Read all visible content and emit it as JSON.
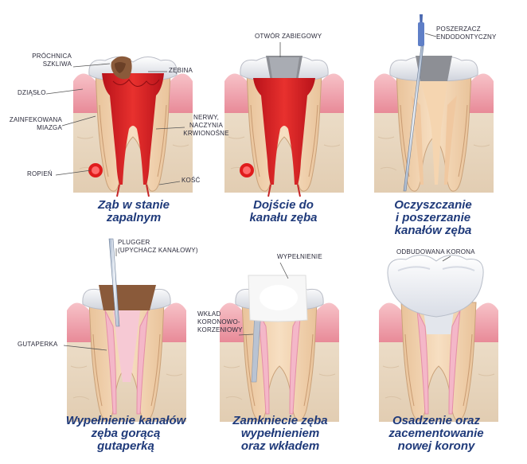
{
  "panels": [
    {
      "caption": [
        "Ząb w stanie",
        "zapalnym"
      ],
      "labels": {
        "prochnica": "PRÓCHNICA",
        "szkliwa": "SZKLIWA",
        "zebina": "ZĘBINA",
        "dziaslo": "DZIĄSŁO",
        "zainfekowana": "ZAINFEKOWANA",
        "miazga": "MIAZGA",
        "nerwy1": "NERWY,",
        "nerwy2": "NACZYNIA",
        "nerwy3": "KRWIONOŚNE",
        "ropien": "ROPIEŃ",
        "kosc": "KOŚĆ"
      }
    },
    {
      "caption": [
        "Dojście do",
        "kanału zęba"
      ],
      "labels": {
        "otwor": "OTWÓR ZABIEGOWY"
      }
    },
    {
      "caption": [
        "Oczyszczanie",
        "i poszerzanie",
        "kanałów zęba"
      ],
      "labels": {
        "poszerzacz1": "POSZERZACZ",
        "poszerzacz2": "ENDODONTYCZNY"
      }
    },
    {
      "caption": [
        "Wypełnienie kanałów",
        "zęba gorącą",
        "gutaperką"
      ],
      "labels": {
        "plugger1": "PLUGGER",
        "plugger2": "(UPYCHACZ KANAŁOWY)",
        "gutaperka": "GUTAPERKA"
      }
    },
    {
      "caption": [
        "Zamkniecie zęba",
        "wypełnieniem",
        "oraz wkładem"
      ],
      "labels": {
        "wypelnienie": "WYPEŁNIENIE",
        "wklad1": "WKŁAD",
        "wklad2": "KORONOWO-",
        "wklad3": "KORZENIOWY"
      }
    },
    {
      "caption": [
        "Osadzenie oraz",
        "zacementowanie",
        "nowej korony"
      ],
      "labels": {
        "korona": "ODBUDOWANA KORONA"
      }
    }
  ],
  "colors": {
    "caption": "#1f3a7a",
    "enamel": "#e8e8ee",
    "dentin": "#f3d6b6",
    "pulp_infected": "#d91f1f",
    "gum": "#f2a7b0",
    "bone": "#ead9c4",
    "gutta": "#f4b7c8",
    "filling": "#fbfbfb",
    "instrument": "#8aa7d6"
  }
}
